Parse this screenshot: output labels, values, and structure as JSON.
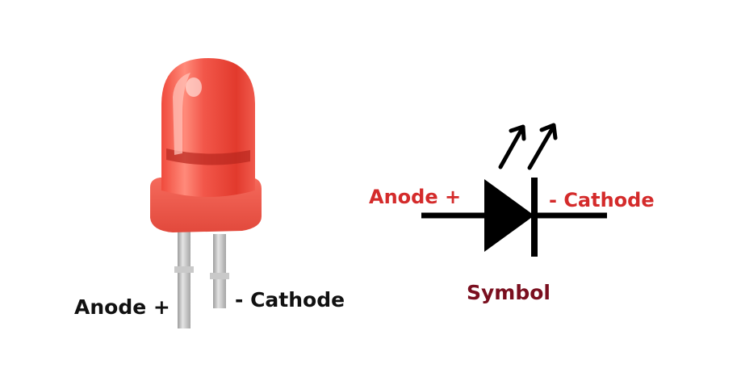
{
  "led_photo": {
    "anode_label": "Anode +",
    "cathode_label": "- Cathode",
    "body_color": "#ec3b2e",
    "lead_color": "#b8b8b8",
    "label_color": "#111111"
  },
  "symbol": {
    "anode_label": "Anode +",
    "cathode_label": "- Cathode",
    "caption": "Symbol",
    "label_color": "#d42b2b",
    "caption_color": "#7a0f1f",
    "line_color": "#000000"
  }
}
